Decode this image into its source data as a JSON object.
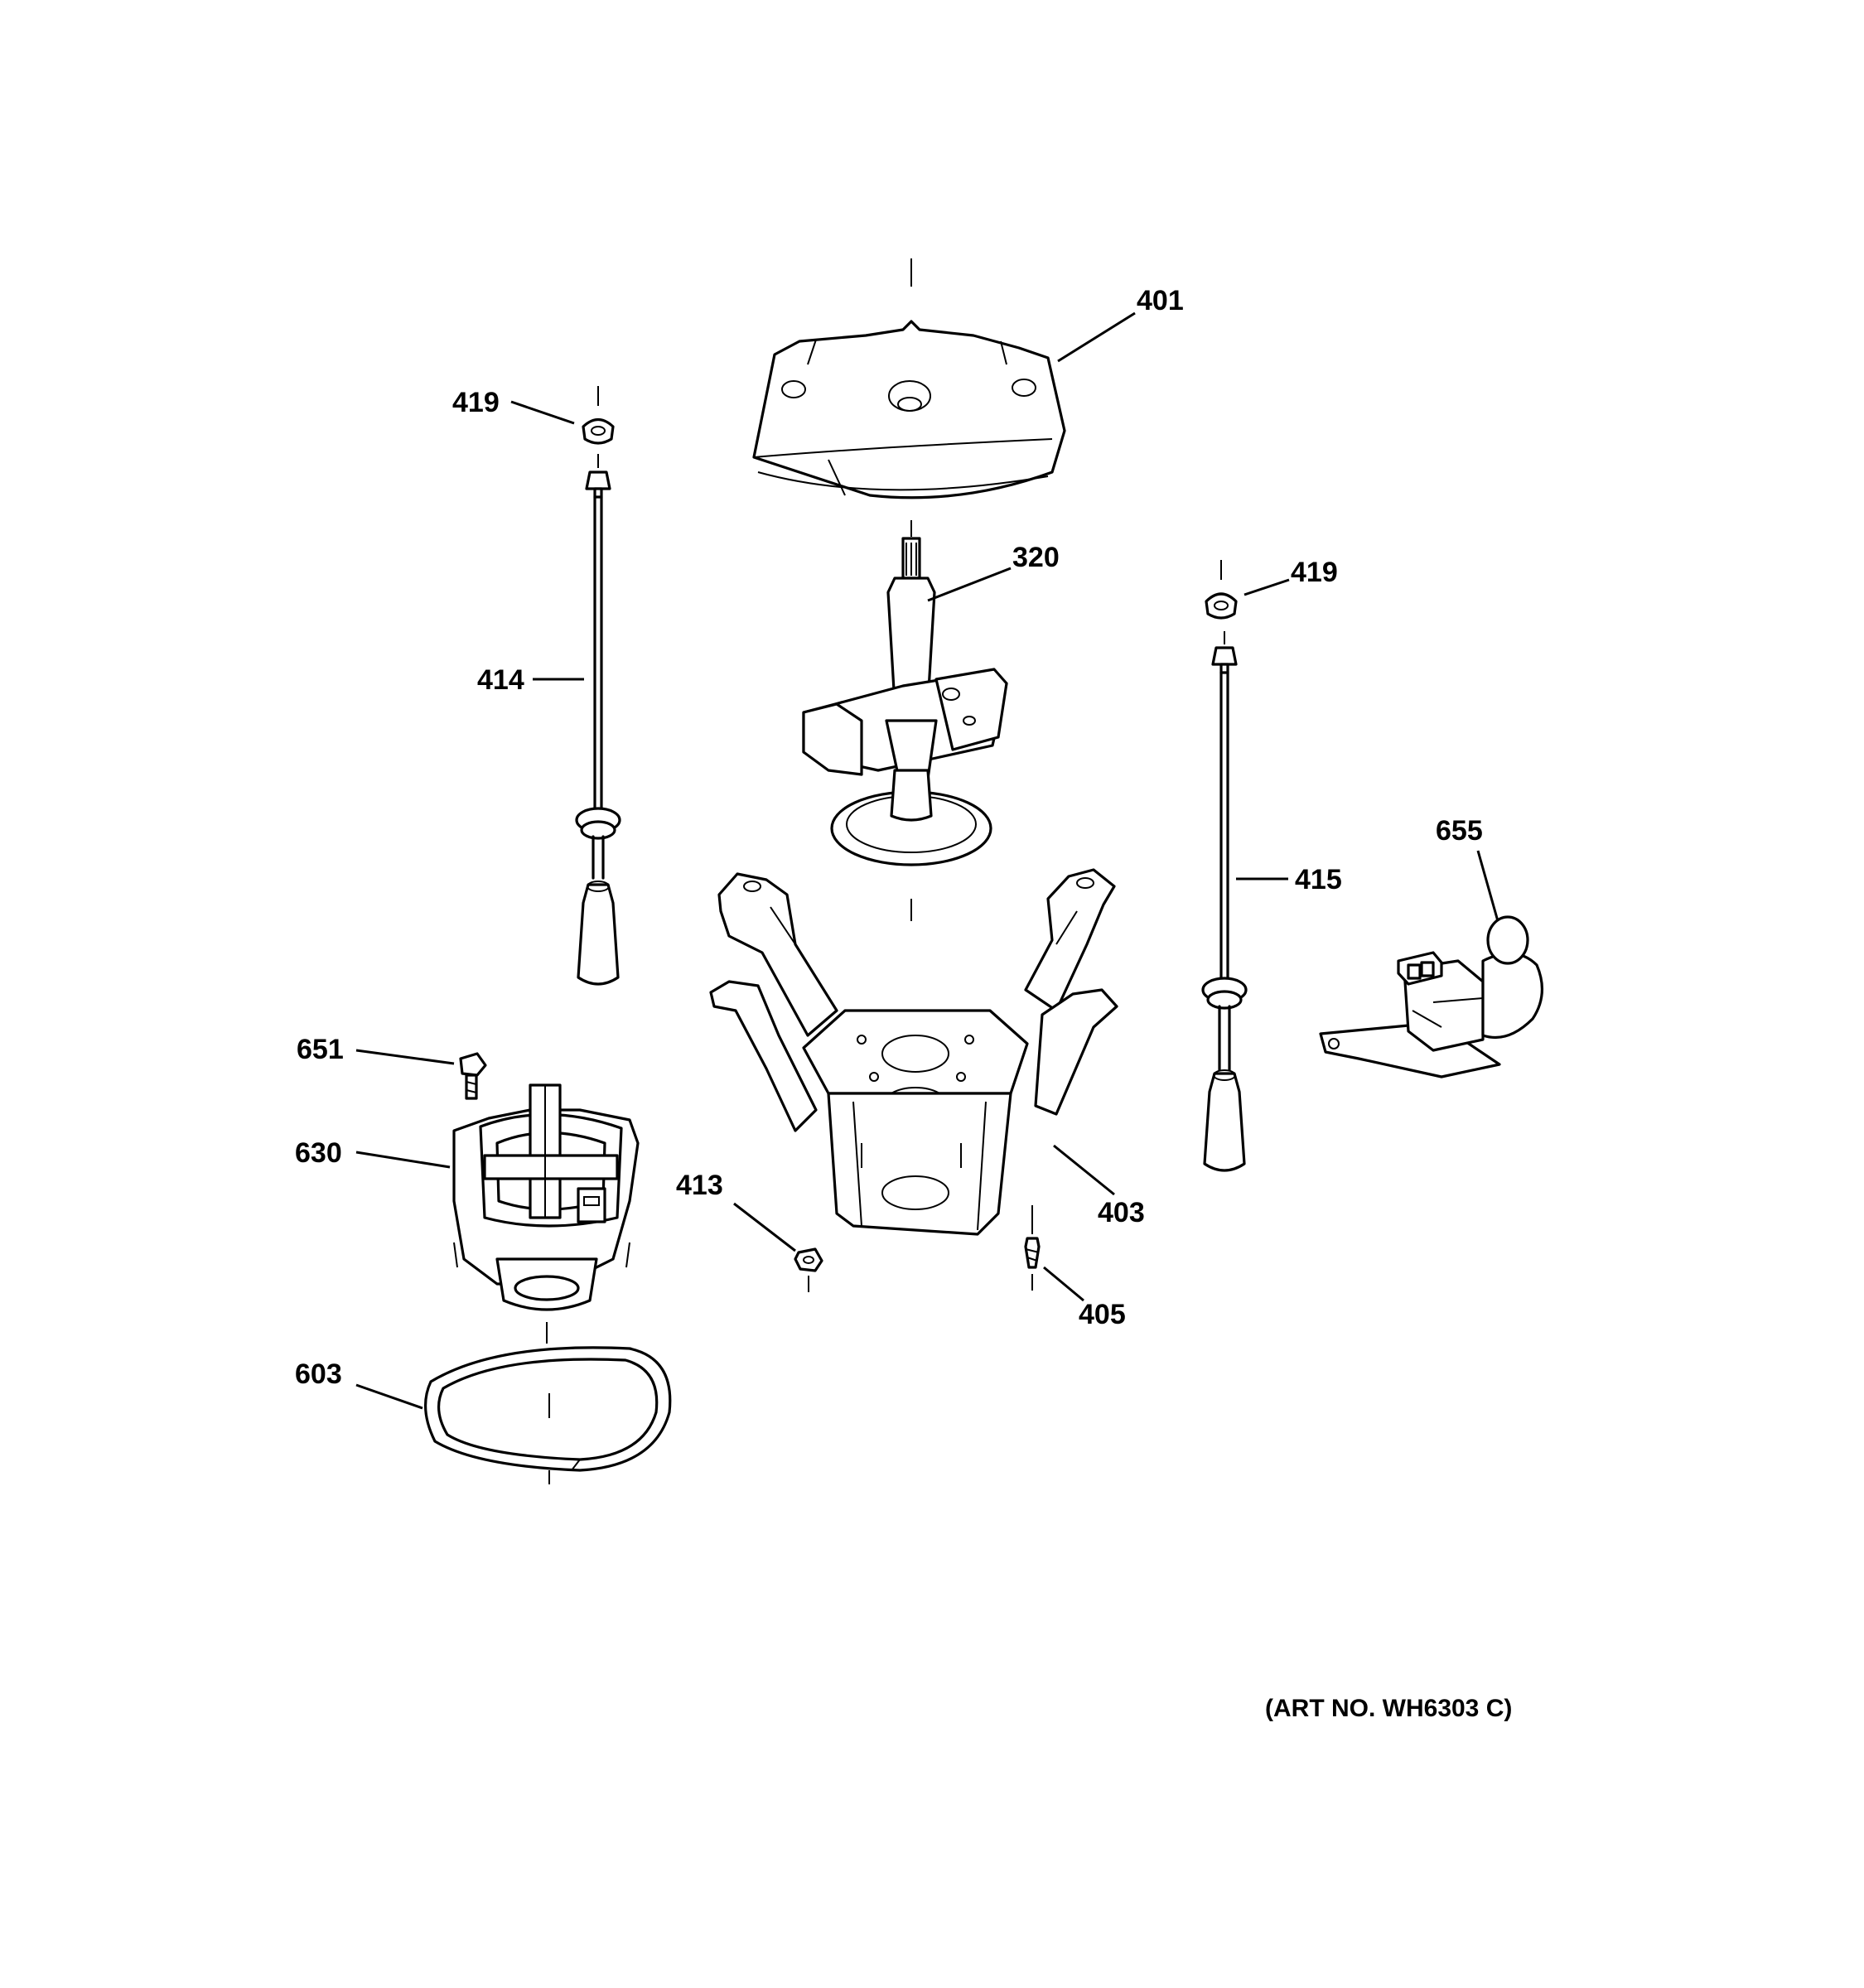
{
  "callouts": {
    "p401": "401",
    "p419a": "419",
    "p419b": "419",
    "p320": "320",
    "p414": "414",
    "p415": "415",
    "p655": "655",
    "p651": "651",
    "p630": "630",
    "p413": "413",
    "p403": "403",
    "p405": "405",
    "p603": "603"
  },
  "art_number": "(ART NO. WH6303 C)"
}
